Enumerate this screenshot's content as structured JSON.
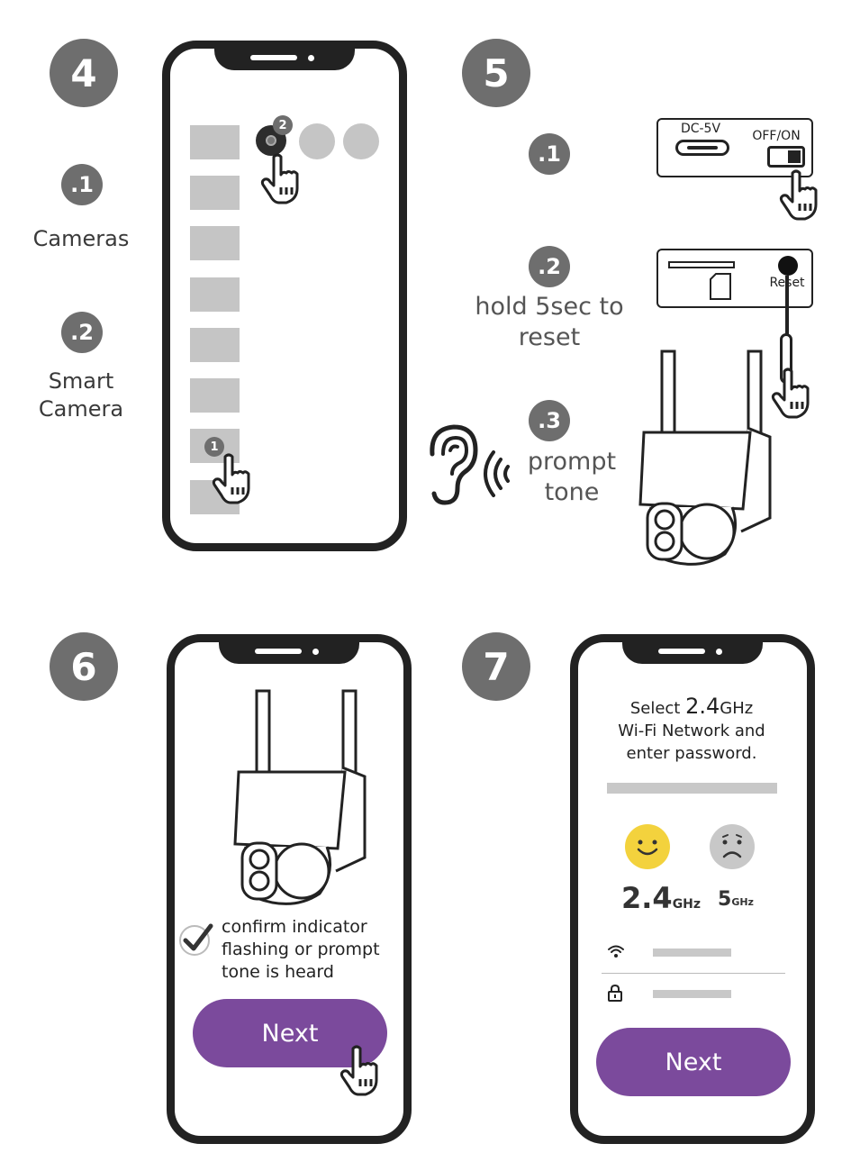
{
  "steps": {
    "s4": {
      "number": "4",
      "sub1": ".1",
      "sub1_label": "Cameras",
      "sub2": ".2",
      "sub2_label_line1": "Smart",
      "sub2_label_line2": "Camera",
      "tap1_marker": "1",
      "tap2_marker": "2"
    },
    "s5": {
      "number": "5",
      "sub1": ".1",
      "sub2": ".2",
      "sub2_label_line1": "hold 5sec to",
      "sub2_label_line2": "reset",
      "sub3": ".3",
      "sub3_label_line1": "prompt",
      "sub3_label_line2": "tone",
      "port_label": "DC-5V",
      "switch_label": "OFF/ON",
      "reset_label": "Reset"
    },
    "s6": {
      "number": "6",
      "confirm_line1": "confirm indicator",
      "confirm_line2": "flashing or prompt",
      "confirm_line3": "tone is heard",
      "next_label": "Next"
    },
    "s7": {
      "number": "7",
      "title_line1_prefix": "Select ",
      "title_line1_big": "2.4",
      "title_line1_suffix": "GHz",
      "title_line2": "Wi-Fi Network and",
      "title_line3": "enter password.",
      "band_24_big": "2.4",
      "band_24_unit": "GHz",
      "band_5_big": "5",
      "band_5_unit": "GHz",
      "next_label": "Next"
    }
  },
  "colors": {
    "badge": "#6e6e6e",
    "accent_purple": "#7b4a9c",
    "happy_yellow": "#f3d23d",
    "sad_gray": "#c8c8c8",
    "tile_gray": "#c5c5c5"
  }
}
